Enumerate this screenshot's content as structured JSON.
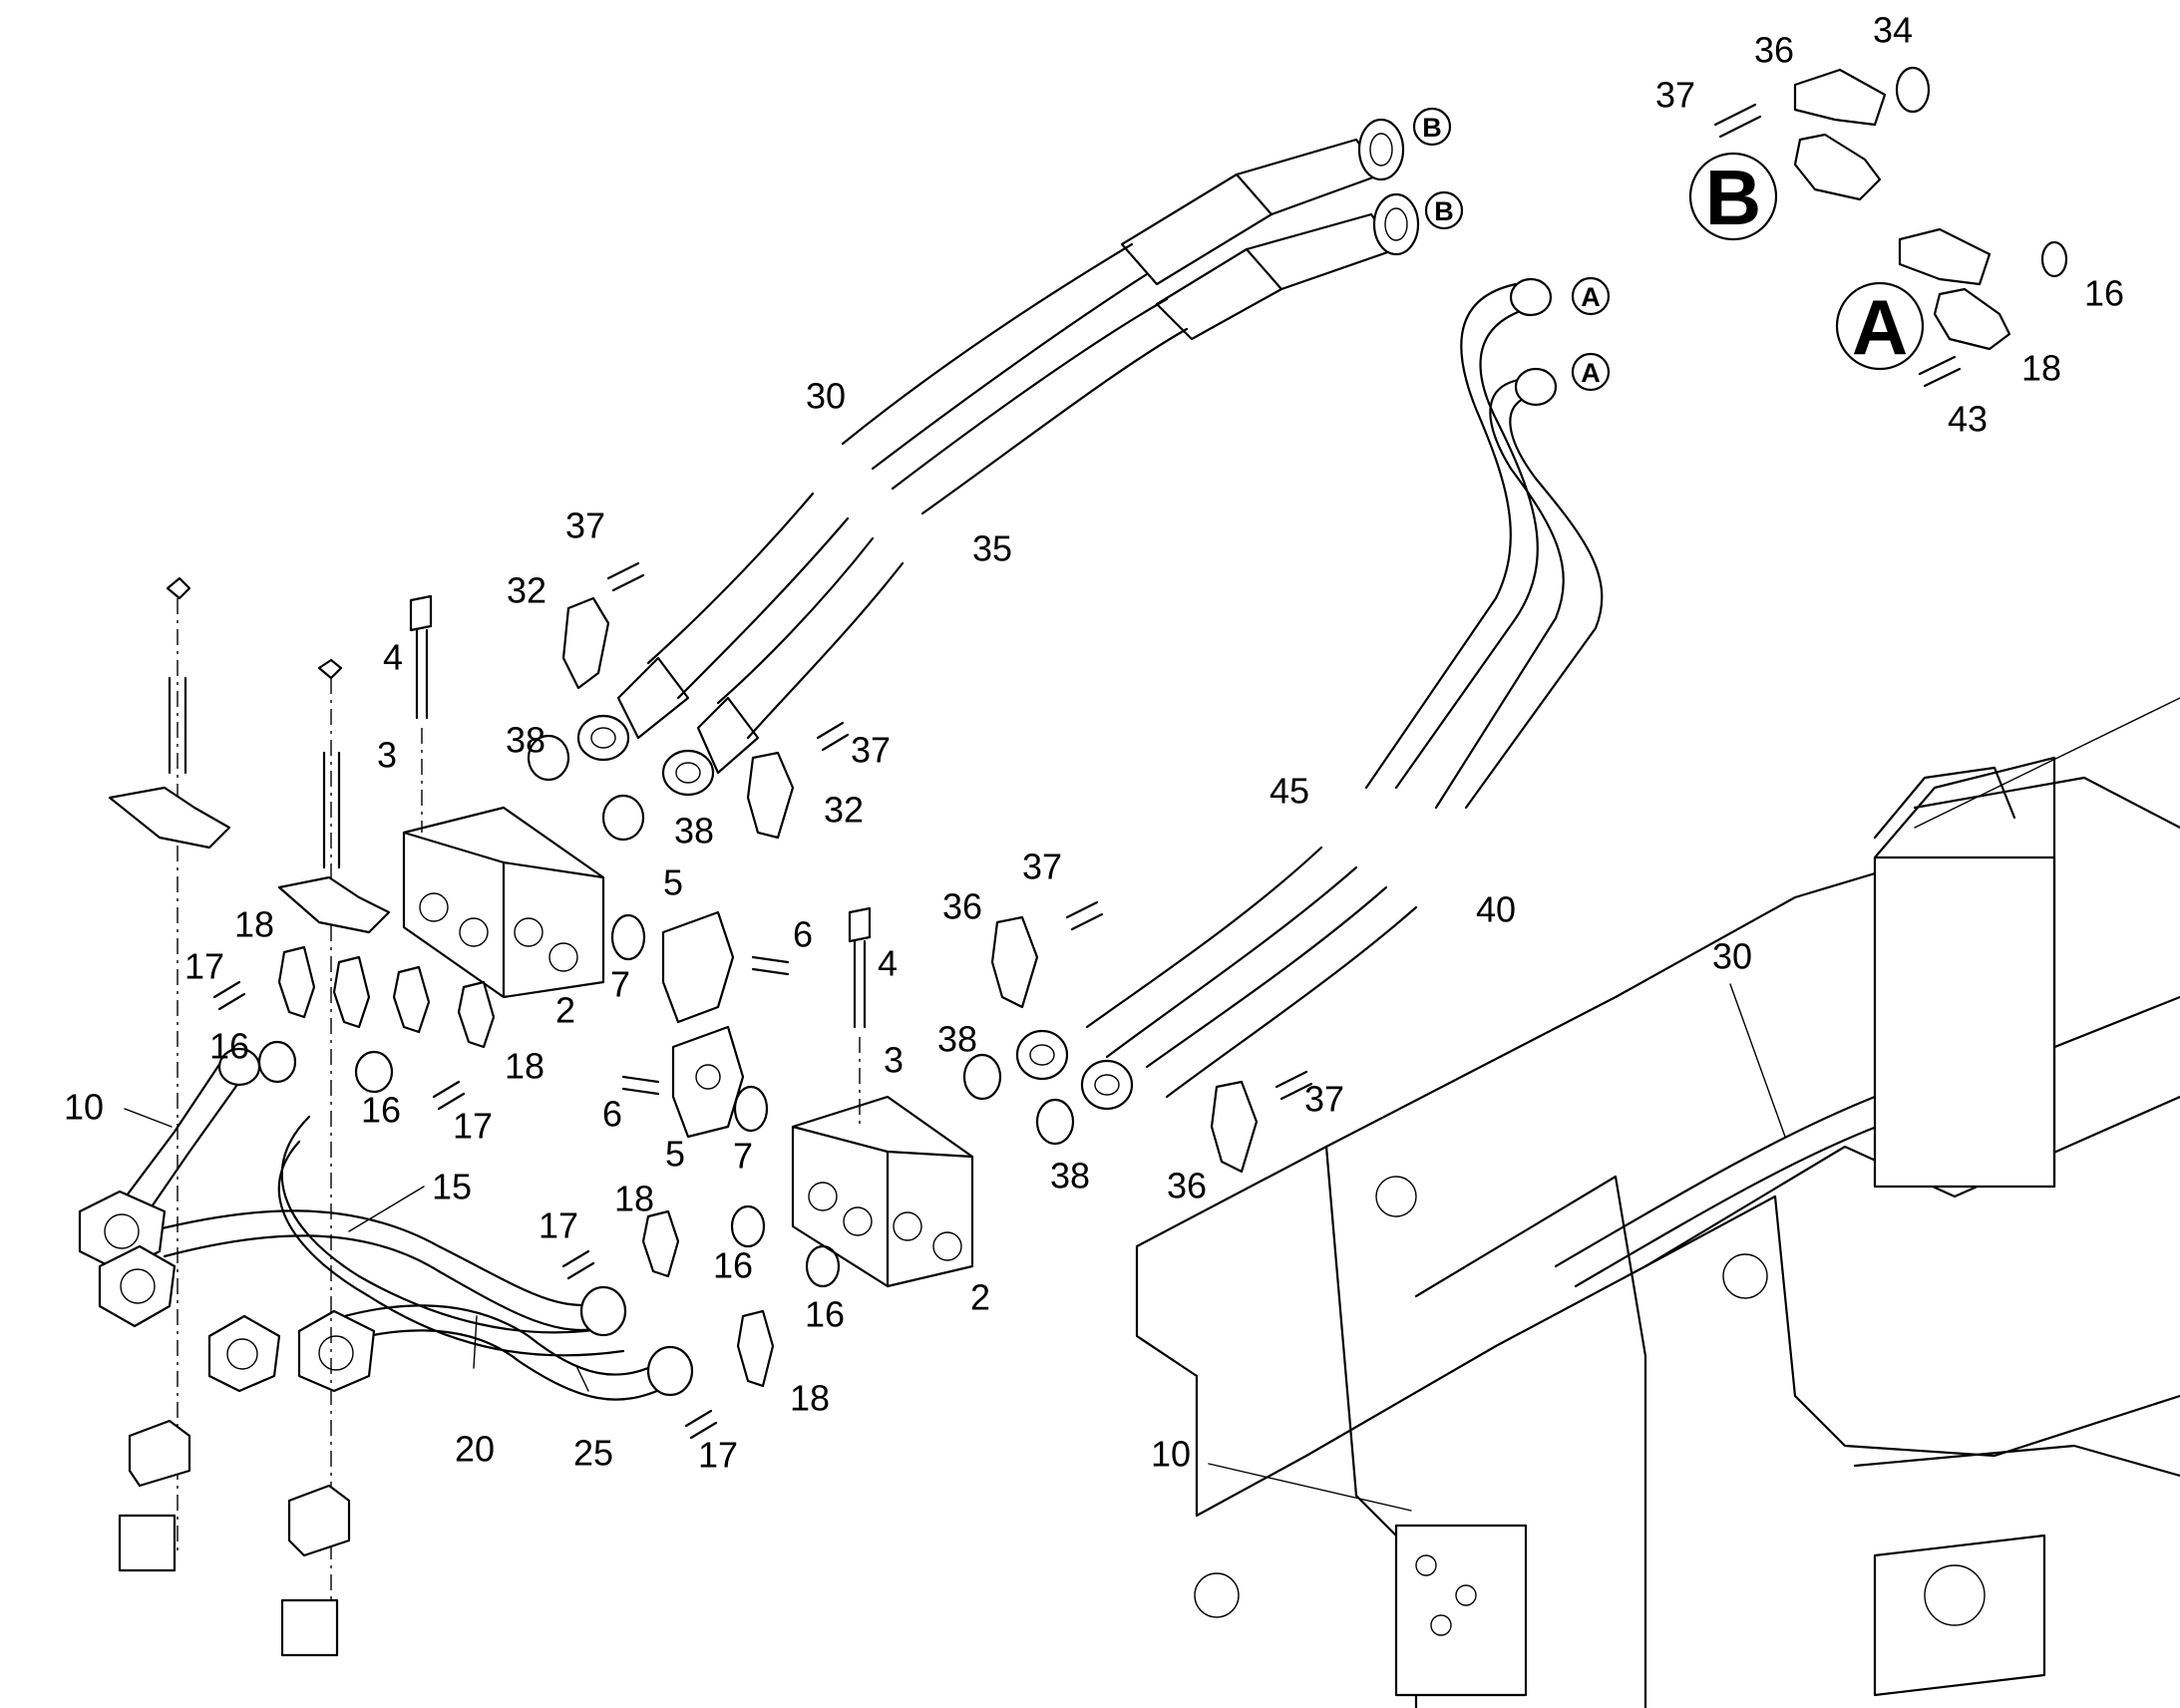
{
  "diagram": {
    "callouts": [
      {
        "id": "c30a",
        "text": "30"
      },
      {
        "id": "c35",
        "text": "35"
      },
      {
        "id": "c37a",
        "text": "37"
      },
      {
        "id": "c32a",
        "text": "32"
      },
      {
        "id": "c37b",
        "text": "37"
      },
      {
        "id": "c32b",
        "text": "32"
      },
      {
        "id": "c38a",
        "text": "38"
      },
      {
        "id": "c38b",
        "text": "38"
      },
      {
        "id": "c4a",
        "text": "4"
      },
      {
        "id": "c3a",
        "text": "3"
      },
      {
        "id": "c2a",
        "text": "2"
      },
      {
        "id": "c5a",
        "text": "5"
      },
      {
        "id": "c6a",
        "text": "6"
      },
      {
        "id": "c7a",
        "text": "7"
      },
      {
        "id": "c18a",
        "text": "18"
      },
      {
        "id": "c17a",
        "text": "17"
      },
      {
        "id": "c16a",
        "text": "16"
      },
      {
        "id": "c16b",
        "text": "16"
      },
      {
        "id": "c18b",
        "text": "18"
      },
      {
        "id": "c17b",
        "text": "17"
      },
      {
        "id": "c10a",
        "text": "10"
      },
      {
        "id": "c15",
        "text": "15"
      },
      {
        "id": "c17c",
        "text": "17"
      },
      {
        "id": "c18c",
        "text": "18"
      },
      {
        "id": "c16c",
        "text": "16"
      },
      {
        "id": "c16d",
        "text": "16"
      },
      {
        "id": "c2b",
        "text": "2"
      },
      {
        "id": "c20",
        "text": "20"
      },
      {
        "id": "c25",
        "text": "25"
      },
      {
        "id": "c18d",
        "text": "18"
      },
      {
        "id": "c17d",
        "text": "17"
      },
      {
        "id": "c6b",
        "text": "6"
      },
      {
        "id": "c5b",
        "text": "5"
      },
      {
        "id": "c7b",
        "text": "7"
      },
      {
        "id": "c4b",
        "text": "4"
      },
      {
        "id": "c3b",
        "text": "3"
      },
      {
        "id": "c38c",
        "text": "38"
      },
      {
        "id": "c38d",
        "text": "38"
      },
      {
        "id": "c36a",
        "text": "36"
      },
      {
        "id": "c37c",
        "text": "37"
      },
      {
        "id": "c36b",
        "text": "36"
      },
      {
        "id": "c37d",
        "text": "37"
      },
      {
        "id": "c45",
        "text": "45"
      },
      {
        "id": "c40",
        "text": "40"
      },
      {
        "id": "c30b",
        "text": "30"
      },
      {
        "id": "c10b",
        "text": "10"
      },
      {
        "id": "c37e",
        "text": "37"
      },
      {
        "id": "c36c",
        "text": "36"
      },
      {
        "id": "c34",
        "text": "34"
      },
      {
        "id": "c16e",
        "text": "16"
      },
      {
        "id": "c18e",
        "text": "18"
      },
      {
        "id": "c43",
        "text": "43"
      }
    ],
    "refs": [
      {
        "id": "rB1",
        "text": "B"
      },
      {
        "id": "rB2",
        "text": "B"
      },
      {
        "id": "rA1",
        "text": "A"
      },
      {
        "id": "rA2",
        "text": "A"
      }
    ],
    "detail_labels": [
      {
        "id": "dB",
        "text": "B"
      },
      {
        "id": "dA",
        "text": "A"
      }
    ]
  }
}
